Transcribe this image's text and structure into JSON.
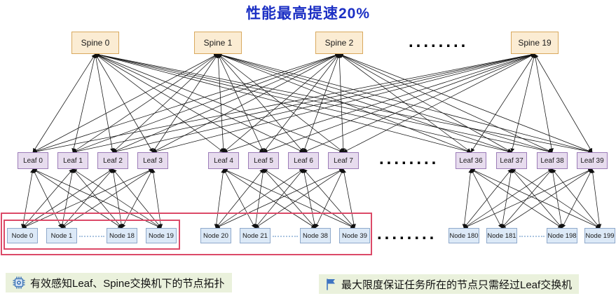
{
  "title": {
    "text": "性能最高提速20%",
    "color": "#1b2fc4"
  },
  "spine_row": {
    "labels": [
      "Spine 0",
      "Spine 1",
      "Spine 2",
      "Spine 19"
    ],
    "ellipsis": "........"
  },
  "leaf_row": {
    "groups": [
      [
        "Leaf 0",
        "Leaf 1",
        "Leaf 2",
        "Leaf 3"
      ],
      [
        "Leaf 4",
        "Leaf 5",
        "Leaf 6",
        "Leaf 7"
      ],
      [
        "Leaf 36",
        "Leaf 37",
        "Leaf 38",
        "Leaf 39"
      ]
    ],
    "ellipsis": "........"
  },
  "node_row": {
    "groups": [
      [
        "Node 0",
        "Node 1",
        "Node 18",
        "Node 19"
      ],
      [
        "Node 20",
        "Node 21",
        "Node 38",
        "Node 39"
      ],
      [
        "Node 180",
        "Node 181",
        "Node 198",
        "Node 199"
      ]
    ],
    "ellipsis": "........"
  },
  "highlights": {
    "color": "#dc4a68",
    "inner_note": "frames Node 0 - Node 19 group",
    "outer_note": "frames Node 0 - Node 39 groups"
  },
  "annotations": {
    "left": {
      "icon": "cpu-chip-icon",
      "text": "有效感知Leaf、Spine交换机下的节点拓扑"
    },
    "right": {
      "icon": "flag-icon",
      "text": "最大限度保证任务所在的节点只需经过Leaf交换机"
    }
  },
  "colors": {
    "spine_fill": "#fbecd3",
    "spine_border": "#d9a95e",
    "leaf_fill": "#e7dcee",
    "leaf_border": "#9c7cb8",
    "node_fill": "#dce9f7",
    "node_border": "#8fa9cb",
    "line": "#111111",
    "annotation_bg": "#eaf1dc",
    "icon_blue": "#4a7ebb"
  }
}
